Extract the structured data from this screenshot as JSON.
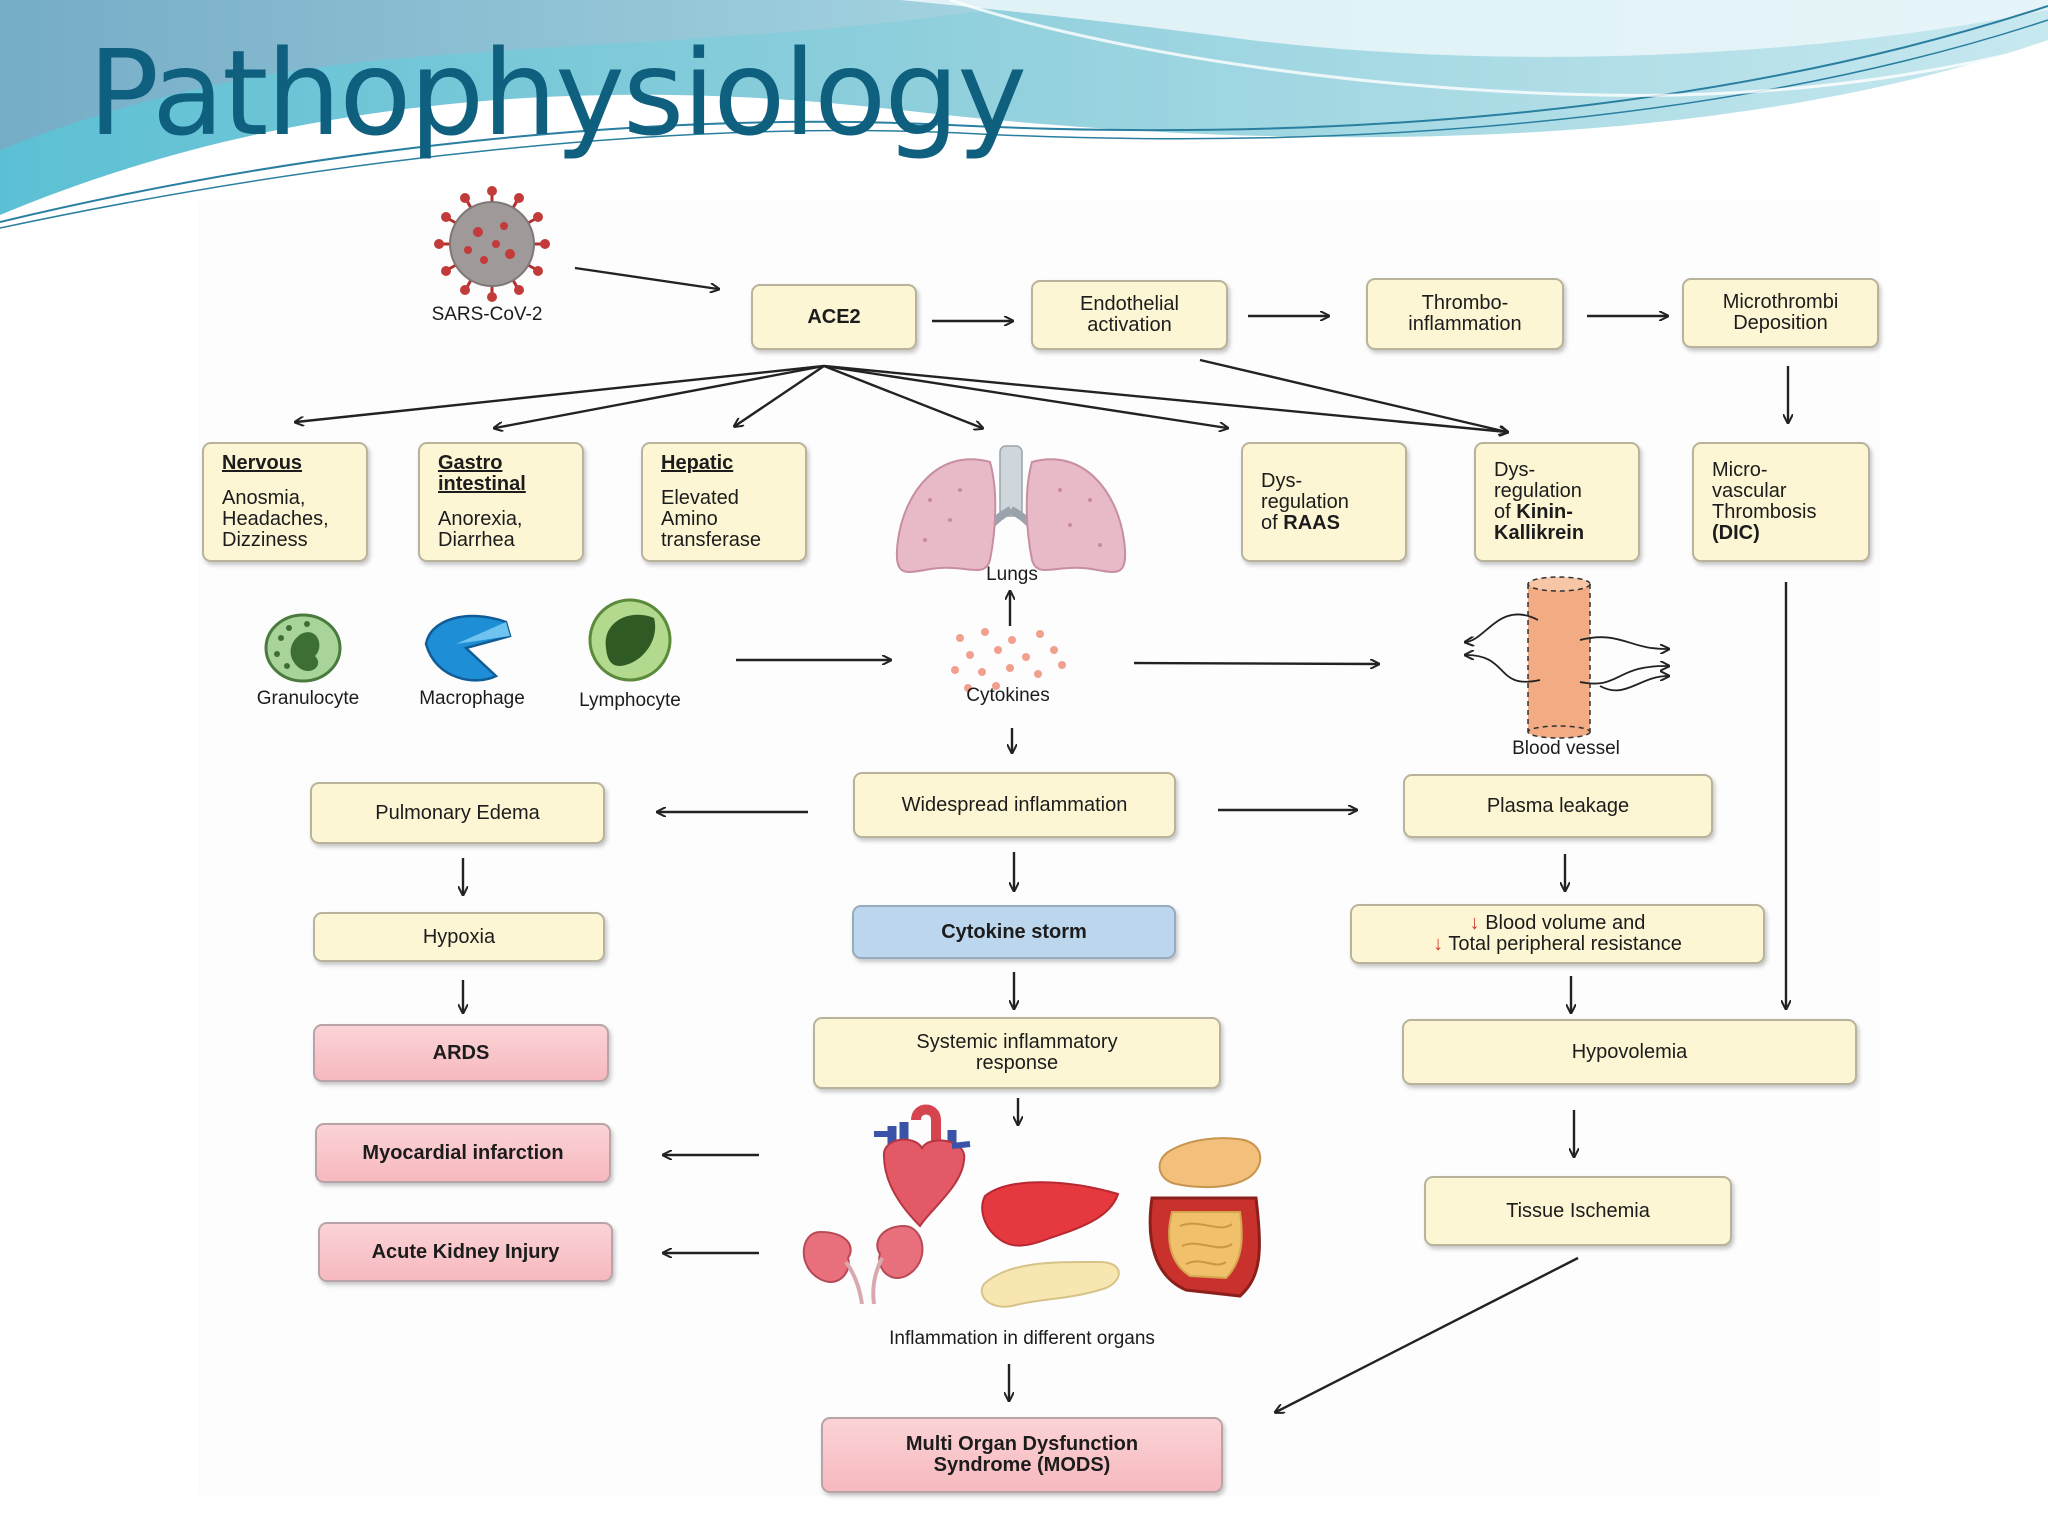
{
  "slide": {
    "title": "Pathophysiology"
  },
  "diagram": {
    "virus_label": "SARS-CoV-2",
    "ace2": "ACE2",
    "endothelial": [
      "Endothelial",
      "activation"
    ],
    "thrombo": [
      "Thrombo-",
      "inflammation"
    ],
    "microthrombi": [
      "Microthrombi",
      "Deposition"
    ],
    "nervous": {
      "title": "Nervous",
      "lines": [
        "Anosmia,",
        "Headaches,",
        "Dizziness"
      ]
    },
    "gastro": {
      "title": [
        "Gastro",
        "intestinal"
      ],
      "lines": [
        "Anorexia,",
        "Diarrhea"
      ]
    },
    "hepatic": {
      "title": "Hepatic",
      "lines": [
        "Elevated",
        "Amino",
        "transferase"
      ]
    },
    "lungs_label": "Lungs",
    "raas": {
      "lines": [
        "Dys-",
        "regulation",
        "of"
      ],
      "bold": "RAAS"
    },
    "kinin": {
      "lines": [
        "Dys-",
        "regulation",
        "of"
      ],
      "bold": [
        "Kinin-",
        "Kallikrein"
      ]
    },
    "dic": {
      "lines": [
        "Micro-",
        "vascular",
        "Thrombosis"
      ],
      "bold": "(DIC)"
    },
    "cells": {
      "granulocyte": "Granulocyte",
      "macrophage": "Macrophage",
      "lymphocyte": "Lymphocyte"
    },
    "cytokines_label": "Cytokines",
    "blood_vessel_label": "Blood vessel",
    "pulmonary_edema": "Pulmonary Edema",
    "widespread": "Widespread inflammation",
    "plasma": "Plasma leakage",
    "hypoxia": "Hypoxia",
    "cytokine_storm": "Cytokine storm",
    "blood_volume": {
      "arrow": "↓",
      "line1": "Blood volume and",
      "line2": "Total peripheral resistance"
    },
    "ards": "ARDS",
    "systemic": [
      "Systemic inflammatory",
      "response"
    ],
    "hypovolemia": "Hypovolemia",
    "myocardial": "Myocardial infarction",
    "tissue": "Tissue Ischemia",
    "kidney": "Acute Kidney Injury",
    "organs_label": "Inflammation in different organs",
    "mods": [
      "Multi Organ Dysfunction",
      "Syndrome (MODS)"
    ]
  }
}
